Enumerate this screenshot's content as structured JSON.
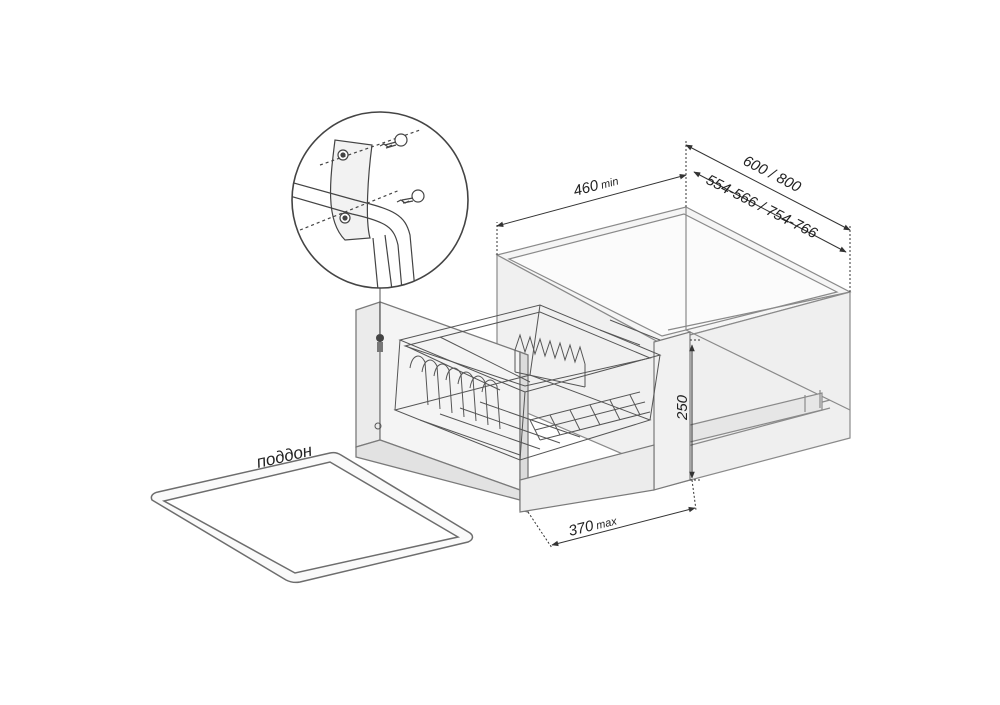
{
  "dimensions": {
    "depth_min": {
      "value": "460",
      "unit": "min"
    },
    "cabinet_depth": "600 / 800",
    "cabinet_depth_inner": "554-566 / 754-766",
    "height": "250",
    "width_max": {
      "value": "370",
      "unit": "max"
    }
  },
  "labels": {
    "tray": "поддон"
  },
  "colors": {
    "line": "#7a7a7a",
    "line_dark": "#3c3c3c",
    "panel_fill": "#f3f3f3",
    "panel_fill_dark": "#e9e9e9"
  }
}
